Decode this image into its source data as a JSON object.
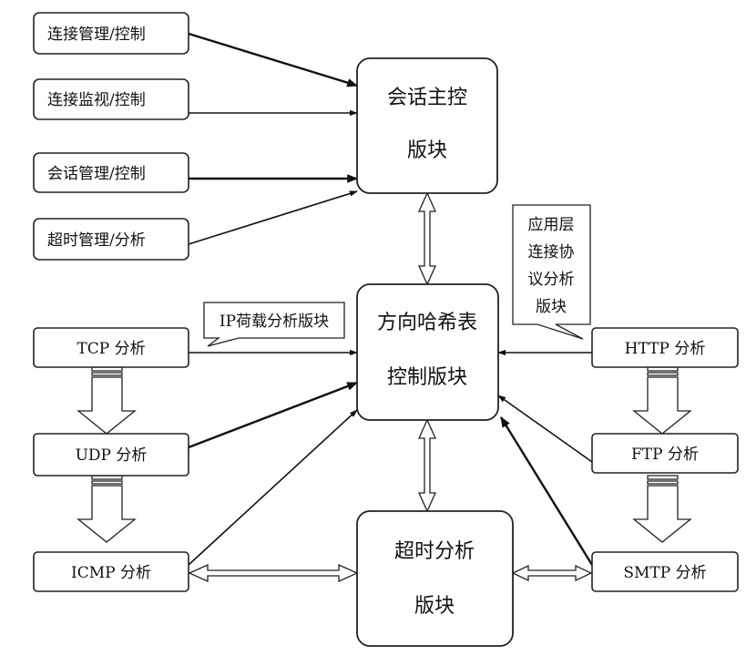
{
  "left_boxes": {
    "conn_mgmt": "连接管理/控制",
    "conn_monitor": "连接监视/控制",
    "session_mgmt": "会话管理/控制",
    "timeout_mgmt": "超时管理/分析"
  },
  "center_blocks": {
    "session_master": [
      "会话主控",
      "版块"
    ],
    "hash_table": [
      "方向哈希表",
      "控制版块"
    ],
    "timeout_analysis": [
      "超时分析",
      "版块"
    ]
  },
  "protocols_left": {
    "tcp": "TCP 分析",
    "udp": "UDP 分析",
    "icmp": "ICMP 分析"
  },
  "protocols_right": {
    "http": "HTTP 分析",
    "ftp": "FTP 分析",
    "smtp": "SMTP 分析"
  },
  "callouts": {
    "ip_payload": "IP荷载分析版块",
    "app_layer": [
      "应用层",
      "连接协",
      "议分析",
      "版块"
    ]
  }
}
